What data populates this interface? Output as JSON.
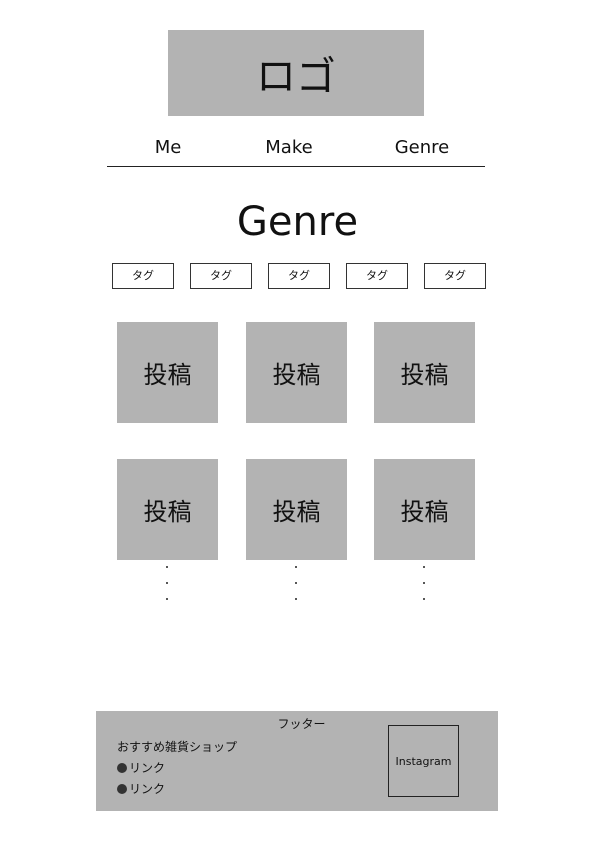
{
  "header": {
    "logo_text": "ロゴ"
  },
  "nav": {
    "items": [
      "Me",
      "Make",
      "Genre"
    ]
  },
  "main": {
    "title": "Genre",
    "tags": [
      "タグ",
      "タグ",
      "タグ",
      "タグ",
      "タグ"
    ],
    "posts": [
      "投稿",
      "投稿",
      "投稿",
      "投稿",
      "投稿",
      "投稿"
    ]
  },
  "footer": {
    "title": "フッター",
    "heading": "おすすめ雑貨ショップ",
    "links": [
      "リンク",
      "リンク"
    ],
    "instagram_label": "Instagram"
  },
  "colors": {
    "placeholder_gray": "#b3b3b3",
    "line": "#222222"
  }
}
